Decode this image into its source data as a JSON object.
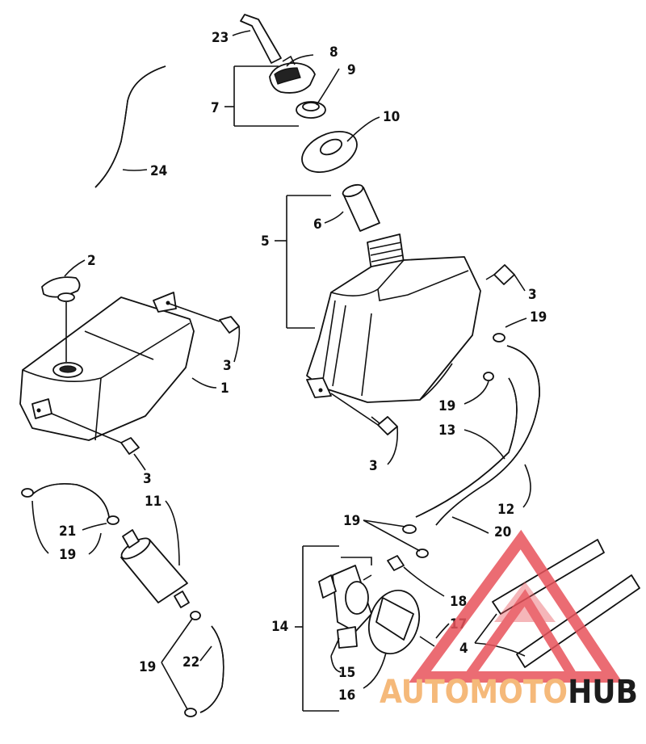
{
  "callouts": [
    {
      "id": "c23",
      "text": "23"
    },
    {
      "id": "c8",
      "text": "8"
    },
    {
      "id": "c9",
      "text": "9"
    },
    {
      "id": "c7",
      "text": "7"
    },
    {
      "id": "c10",
      "text": "10"
    },
    {
      "id": "c24",
      "text": "24"
    },
    {
      "id": "c6",
      "text": "6"
    },
    {
      "id": "c5",
      "text": "5"
    },
    {
      "id": "c2",
      "text": "2"
    },
    {
      "id": "c3a",
      "text": "3"
    },
    {
      "id": "c3b",
      "text": "3"
    },
    {
      "id": "c1",
      "text": "1"
    },
    {
      "id": "c3c",
      "text": "3"
    },
    {
      "id": "c19a",
      "text": "19"
    },
    {
      "id": "c19b",
      "text": "19"
    },
    {
      "id": "c13",
      "text": "13"
    },
    {
      "id": "c3d",
      "text": "3"
    },
    {
      "id": "c11",
      "text": "11"
    },
    {
      "id": "c21",
      "text": "21"
    },
    {
      "id": "c19c",
      "text": "19"
    },
    {
      "id": "c12",
      "text": "12"
    },
    {
      "id": "c19d",
      "text": "19"
    },
    {
      "id": "c20",
      "text": "20"
    },
    {
      "id": "c14",
      "text": "14"
    },
    {
      "id": "c18",
      "text": "18"
    },
    {
      "id": "c17",
      "text": "17"
    },
    {
      "id": "c4",
      "text": "4"
    },
    {
      "id": "c19e",
      "text": "19"
    },
    {
      "id": "c22",
      "text": "22"
    },
    {
      "id": "c15",
      "text": "15"
    },
    {
      "id": "c16",
      "text": "16"
    }
  ],
  "watermark": {
    "part1": "AUTO",
    "part2": "MOTO",
    "part3": "HUB",
    "color_primary": "#f5b97a",
    "color_secondary": "#1c1c1c",
    "color_logo": "#e8535b"
  }
}
